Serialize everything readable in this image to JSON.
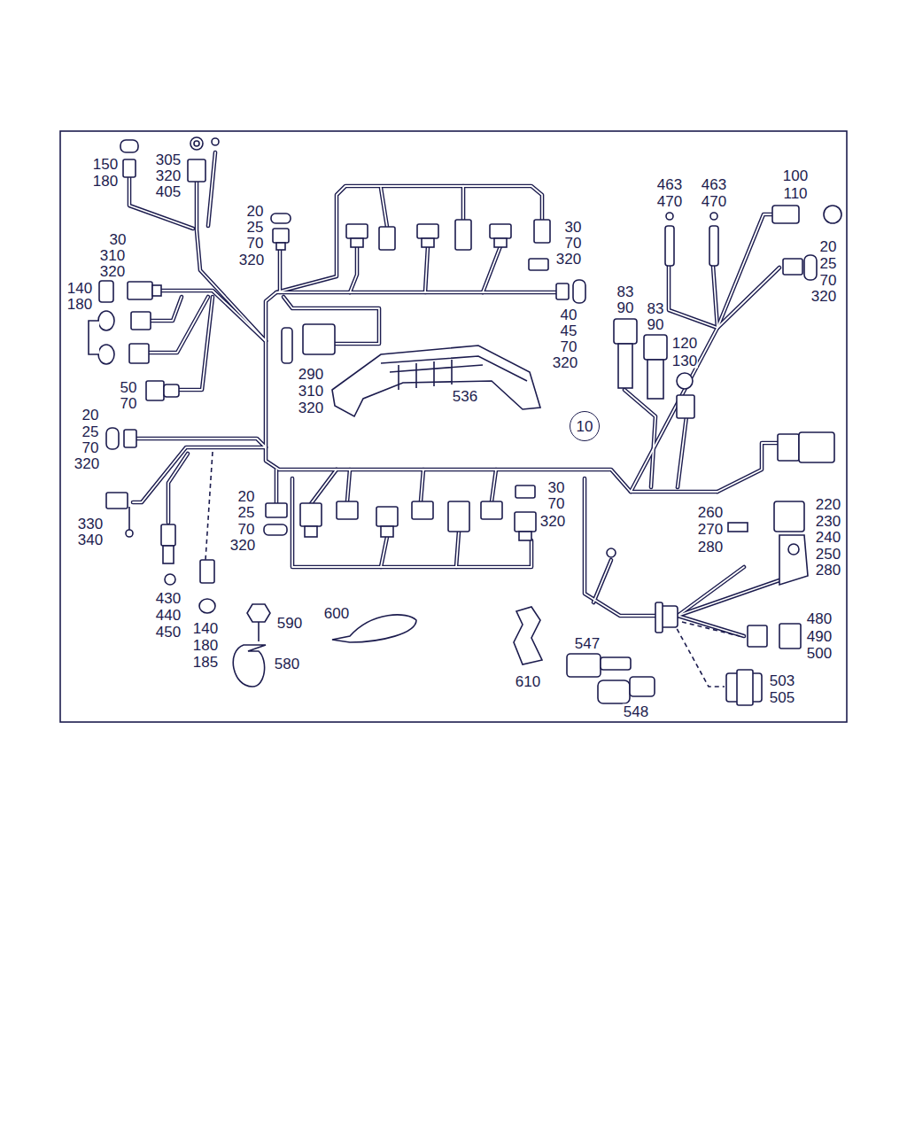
{
  "diagram": {
    "nodes": [
      {
        "text": [
          "10"
        ]
      }
    ],
    "labels": [
      "150",
      "180",
      "305",
      "320",
      "405",
      "20",
      "25",
      "70",
      "320",
      "463",
      "470",
      "463",
      "470",
      "100",
      "110",
      "30",
      "310",
      "320",
      "30",
      "70",
      "320",
      "20",
      "25",
      "70",
      "320",
      "140",
      "180",
      "83",
      "90",
      "83",
      "90",
      "40",
      "45",
      "70",
      "320",
      "120",
      "130",
      "290",
      "310",
      "320",
      "50",
      "70",
      "536",
      "20",
      "25",
      "70",
      "320",
      "30",
      "70",
      "320",
      "20",
      "25",
      "70",
      "320",
      "260",
      "270",
      "280",
      "220",
      "230",
      "240",
      "250",
      "280",
      "330",
      "340",
      "430",
      "440",
      "450",
      "600",
      "480",
      "590",
      "140",
      "180",
      "185",
      "490",
      "547",
      "500",
      "580",
      "610",
      "503",
      "505",
      "548"
    ]
  }
}
